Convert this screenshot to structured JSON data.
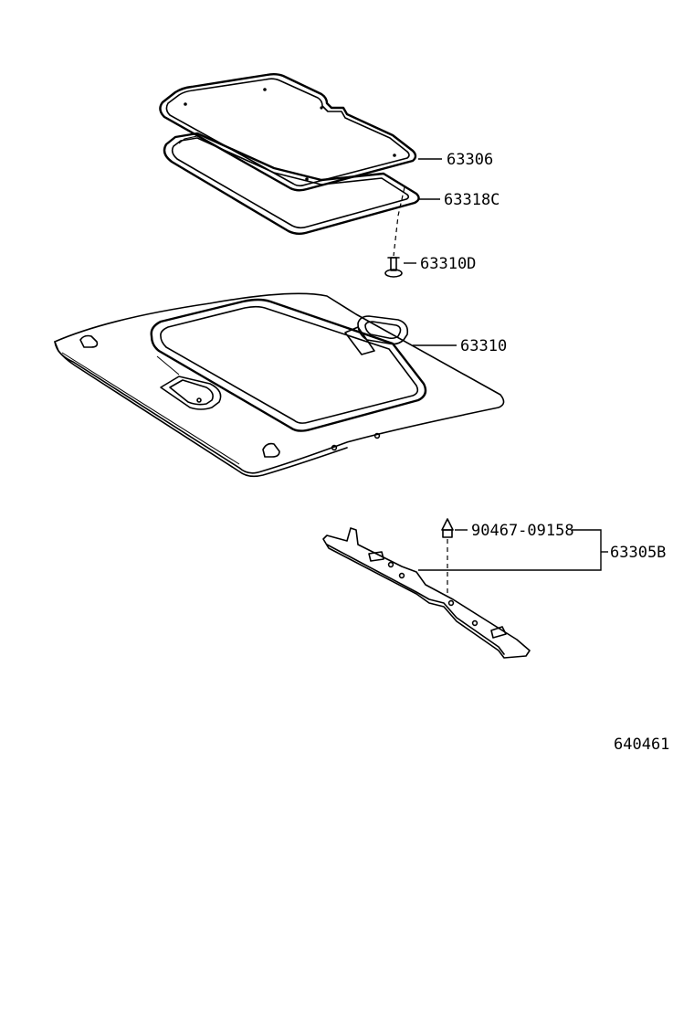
{
  "parts": {
    "p63306": "63306",
    "p63318C": "63318C",
    "p63310D": "63310D",
    "p63310": "63310",
    "p90467": "90467-09158",
    "p63305B": "63305B"
  },
  "figure_code": "640461"
}
